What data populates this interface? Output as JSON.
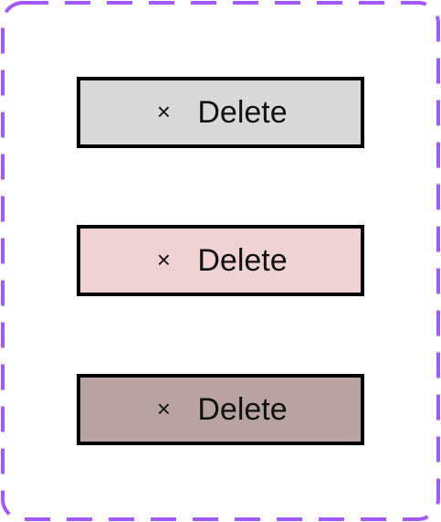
{
  "colors": {
    "frame_border": "#a259ff",
    "button_border": "#000000",
    "button_text": "#111111"
  },
  "buttons": [
    {
      "label": "Delete",
      "icon_glyph": "×",
      "icon_name": "close-icon",
      "state": "default",
      "background": "#d9d9d9"
    },
    {
      "label": "Delete",
      "icon_glyph": "×",
      "icon_name": "close-icon",
      "state": "hover",
      "background": "#efd2d4"
    },
    {
      "label": "Delete",
      "icon_glyph": "×",
      "icon_name": "close-icon",
      "state": "pressed",
      "background": "#b9a3a2"
    }
  ]
}
